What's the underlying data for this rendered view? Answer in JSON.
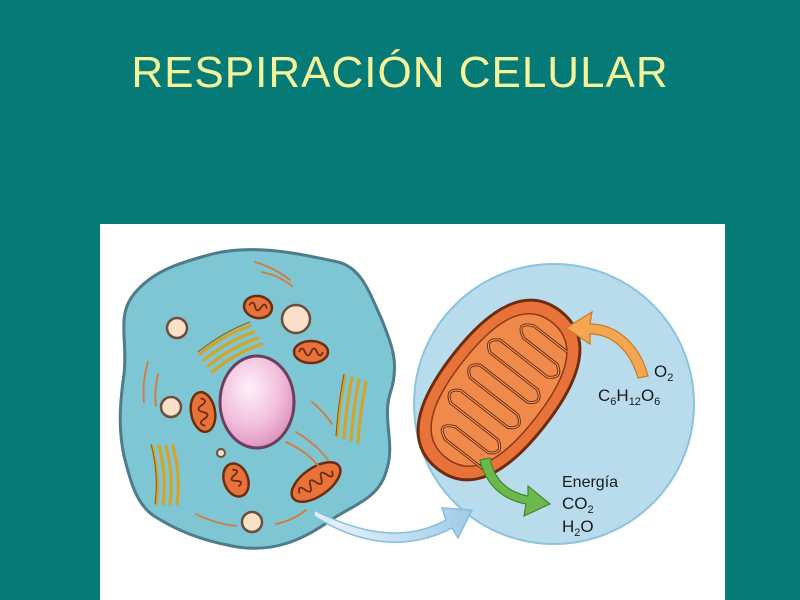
{
  "slide": {
    "title": "RESPIRACIÓN CELULAR"
  },
  "diagram": {
    "inputs": {
      "oxygen": {
        "base": "O",
        "sub": "2"
      },
      "glucose": [
        {
          "base": "C",
          "sub": "6"
        },
        {
          "base": "H",
          "sub": "12"
        },
        {
          "base": "O",
          "sub": "6"
        }
      ]
    },
    "outputs": {
      "energy": "Energía",
      "carbon_dioxide": {
        "base": "CO",
        "sub": "2"
      },
      "water": {
        "base": "H",
        "sub": "2",
        "tail": "O"
      }
    }
  },
  "colors": {
    "background": "#057a77",
    "title": "#f4f59a",
    "cytoplasm": "#7ec6d4",
    "mitochondrion": "#e8733a",
    "zoom_circle": "#b9dcec",
    "input_arrow": "#f5a650",
    "output_arrow": "#6ab84e",
    "nucleus": "#f3bedc"
  }
}
